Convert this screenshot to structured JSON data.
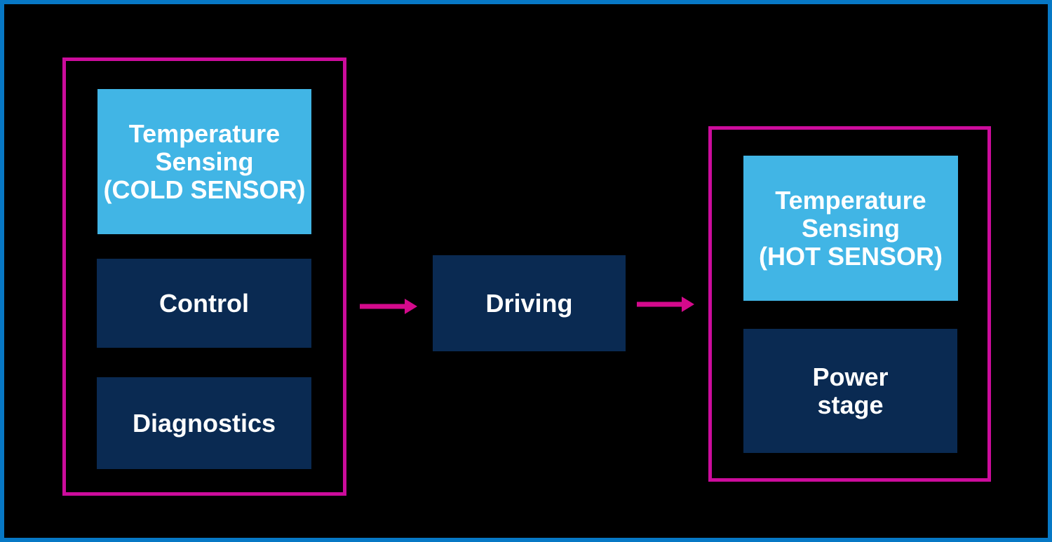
{
  "colors": {
    "background": "#000000",
    "outer_border": "#0778C5",
    "group_border": "#CC0C9C",
    "arrow": "#D40A8C",
    "block_light_blue": "#41B5E5",
    "block_navy": "#0A2A52",
    "text": "#FFFFFF"
  },
  "left_group": {
    "boxes": [
      {
        "name": "temperature-sensing-cold-sensor",
        "style": "light_blue",
        "lines": [
          "Temperature",
          "Sensing",
          "(COLD SENSOR)"
        ]
      },
      {
        "name": "control",
        "style": "navy",
        "lines": [
          "Control"
        ]
      },
      {
        "name": "diagnostics",
        "style": "navy",
        "lines": [
          "Diagnostics"
        ]
      }
    ]
  },
  "center": {
    "boxes": [
      {
        "name": "driving",
        "style": "navy",
        "lines": [
          "Driving"
        ]
      }
    ]
  },
  "right_group": {
    "boxes": [
      {
        "name": "temperature-sensing-hot-sensor",
        "style": "light_blue",
        "lines": [
          "Temperature",
          "Sensing",
          "(HOT SENSOR)"
        ]
      },
      {
        "name": "power-stage",
        "style": "navy",
        "lines": [
          "Power",
          "stage"
        ]
      }
    ]
  },
  "connections": [
    {
      "from": "cold-side-group",
      "to": "driving"
    },
    {
      "from": "driving",
      "to": "hot-side-group"
    }
  ]
}
